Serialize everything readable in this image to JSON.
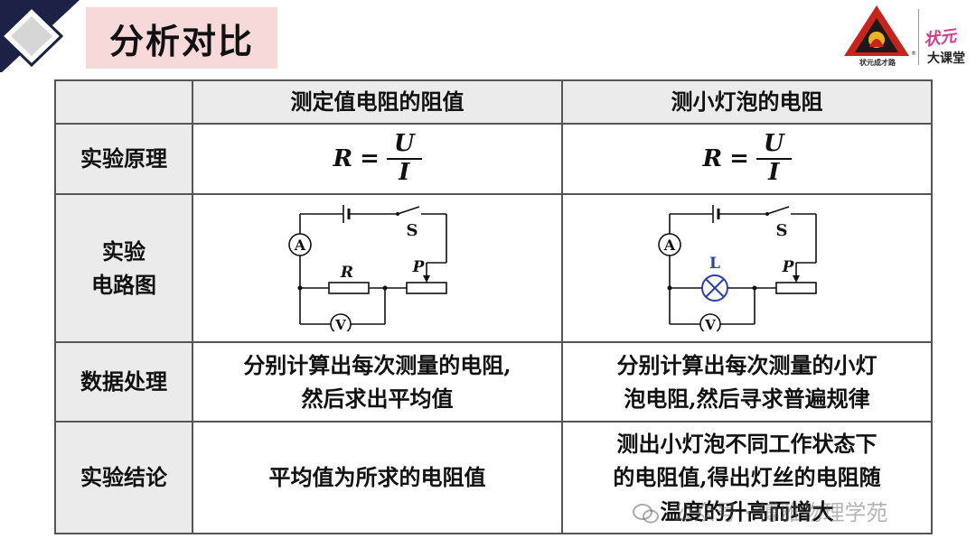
{
  "header": {
    "title": "分析对比"
  },
  "logo": {
    "caption": "状元成才路",
    "script": "状元",
    "subtitle": "大课堂",
    "reg": "®"
  },
  "table": {
    "headers": [
      "",
      "测定值电阻的阻值",
      "测小灯泡的电阻"
    ],
    "rows": {
      "principle": {
        "label": "实验原理",
        "left": {
          "lhs": "R",
          "eq": "=",
          "num": "U",
          "den": "I"
        },
        "right": {
          "lhs": "R",
          "eq": "=",
          "num": "U",
          "den": "I"
        }
      },
      "diagram": {
        "label_line1": "实验",
        "label_line2": "电路图",
        "left": {
          "switch": "S",
          "ammeter": "A",
          "voltmeter": "V",
          "resistor": "R",
          "rheostat": "P"
        },
        "right": {
          "switch": "S",
          "ammeter": "A",
          "voltmeter": "V",
          "lamp": "L",
          "rheostat": "P"
        }
      },
      "processing": {
        "label": "数据处理",
        "left_line1": "分别计算出每次测量的电阻,",
        "left_line2": "然后求出平均值",
        "right_line1": "分别计算出每次测量的小灯",
        "right_line2": "泡电阻,然后寻求普遍规律"
      },
      "conclusion": {
        "label": "实验结论",
        "left": "平均值为所求的电阻值",
        "right_line1": "测出小灯泡不同工作状态下",
        "right_line2": "的电阻值,得出灯丝的电阻随",
        "right_line3": "温度的升高而增大"
      }
    }
  },
  "watermark": "公众号 · 博雅物理学苑",
  "colors": {
    "title_bg": "#f7d9d9",
    "header_cell_bg": "#ebebeb",
    "border": "#555555",
    "lamp": "#2a3fb0",
    "logo_red": "#c8241c",
    "logo_pink": "#d23c8a"
  }
}
